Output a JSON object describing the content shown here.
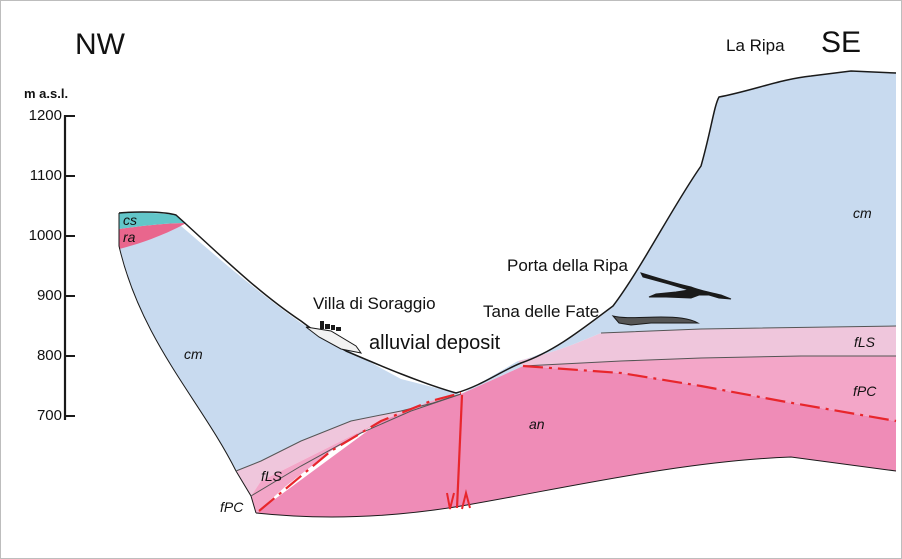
{
  "orientation": {
    "left": "NW",
    "right": "SE"
  },
  "summit_label": "La Ripa",
  "axis": {
    "unit": "m a.s.l.",
    "ticks": [
      "1200",
      "1100",
      "1000",
      "900",
      "800",
      "700"
    ]
  },
  "places": {
    "village": "Villa di Soraggio",
    "cave_upper": "Porta della Ripa",
    "cave_lower": "Tana delle Fate",
    "alluvium": "alluvial deposit"
  },
  "units": {
    "cs": "cs",
    "ra": "ra",
    "cm_left": "cm",
    "cm_right": "cm",
    "fLS_left": "fLS",
    "fLS_right": "fLS",
    "fPC_left": "fPC",
    "fPC_right": "fPC",
    "an": "an"
  },
  "colors": {
    "cm": "#c8daef",
    "fLS": "#efc6dc",
    "fPC": "#f3a6c8",
    "an": "#ef8cb7",
    "ra": "#e9668d",
    "cs": "#62c6c9",
    "fault": "#e8262c",
    "outline": "#1a1a1a"
  }
}
